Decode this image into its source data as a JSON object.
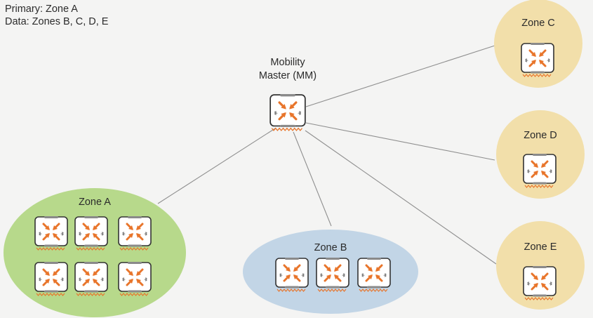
{
  "legend": {
    "primary": "Primary: Zone A",
    "data": "Data: Zones B, C, D, E"
  },
  "mobility_master": {
    "label_line1": "Mobility",
    "label_line2": "Master (MM)",
    "icon": "controller-icon"
  },
  "zones": [
    {
      "id": "zone-a",
      "label": "Zone A",
      "controllers": 6,
      "color": "#b7d98b"
    },
    {
      "id": "zone-b",
      "label": "Zone B",
      "controllers": 3,
      "color": "#c2d5e6"
    },
    {
      "id": "zone-c",
      "label": "Zone C",
      "controllers": 1,
      "color": "#f2dfaa"
    },
    {
      "id": "zone-d",
      "label": "Zone D",
      "controllers": 1,
      "color": "#f2dfaa"
    },
    {
      "id": "zone-e",
      "label": "Zone E",
      "controllers": 1,
      "color": "#f2dfaa"
    }
  ],
  "colors": {
    "arrow": "#e8752b",
    "link": "#8f8f8f",
    "controller_bg": "#ffffff",
    "controller_border": "#333333"
  }
}
